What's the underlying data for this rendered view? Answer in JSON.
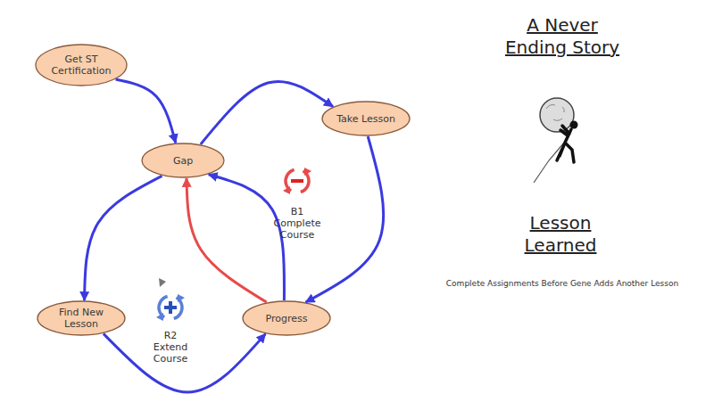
{
  "diagram": {
    "title": "A Never Ending Story",
    "nodes": [
      {
        "text": [
          "Get ST Certification"
        ]
      },
      {
        "text": [
          "Gap"
        ]
      },
      {
        "text": [
          "Take Lesson"
        ]
      },
      {
        "text": [
          "Find New Lesson"
        ]
      },
      {
        "text": [
          "Progress"
        ]
      }
    ],
    "edges": [
      {
        "from": 0,
        "to": 1,
        "arrow": "to"
      },
      {
        "from": 1,
        "to": 2,
        "arrow": "to"
      },
      {
        "from": 2,
        "to": 4,
        "arrow": "to"
      },
      {
        "from": 4,
        "to": 1,
        "arrow": "to"
      },
      {
        "from": 4,
        "to": 1,
        "arrow": "to"
      },
      {
        "from": 1,
        "to": 3,
        "arrow": "to"
      },
      {
        "from": 3,
        "to": 4,
        "arrow": "to"
      }
    ],
    "labels": [
      "B1 Complete Course",
      "R2 Extend Course",
      "Lesson Learned",
      "Complete Assignments Before Gene Adds Another Lesson"
    ]
  }
}
